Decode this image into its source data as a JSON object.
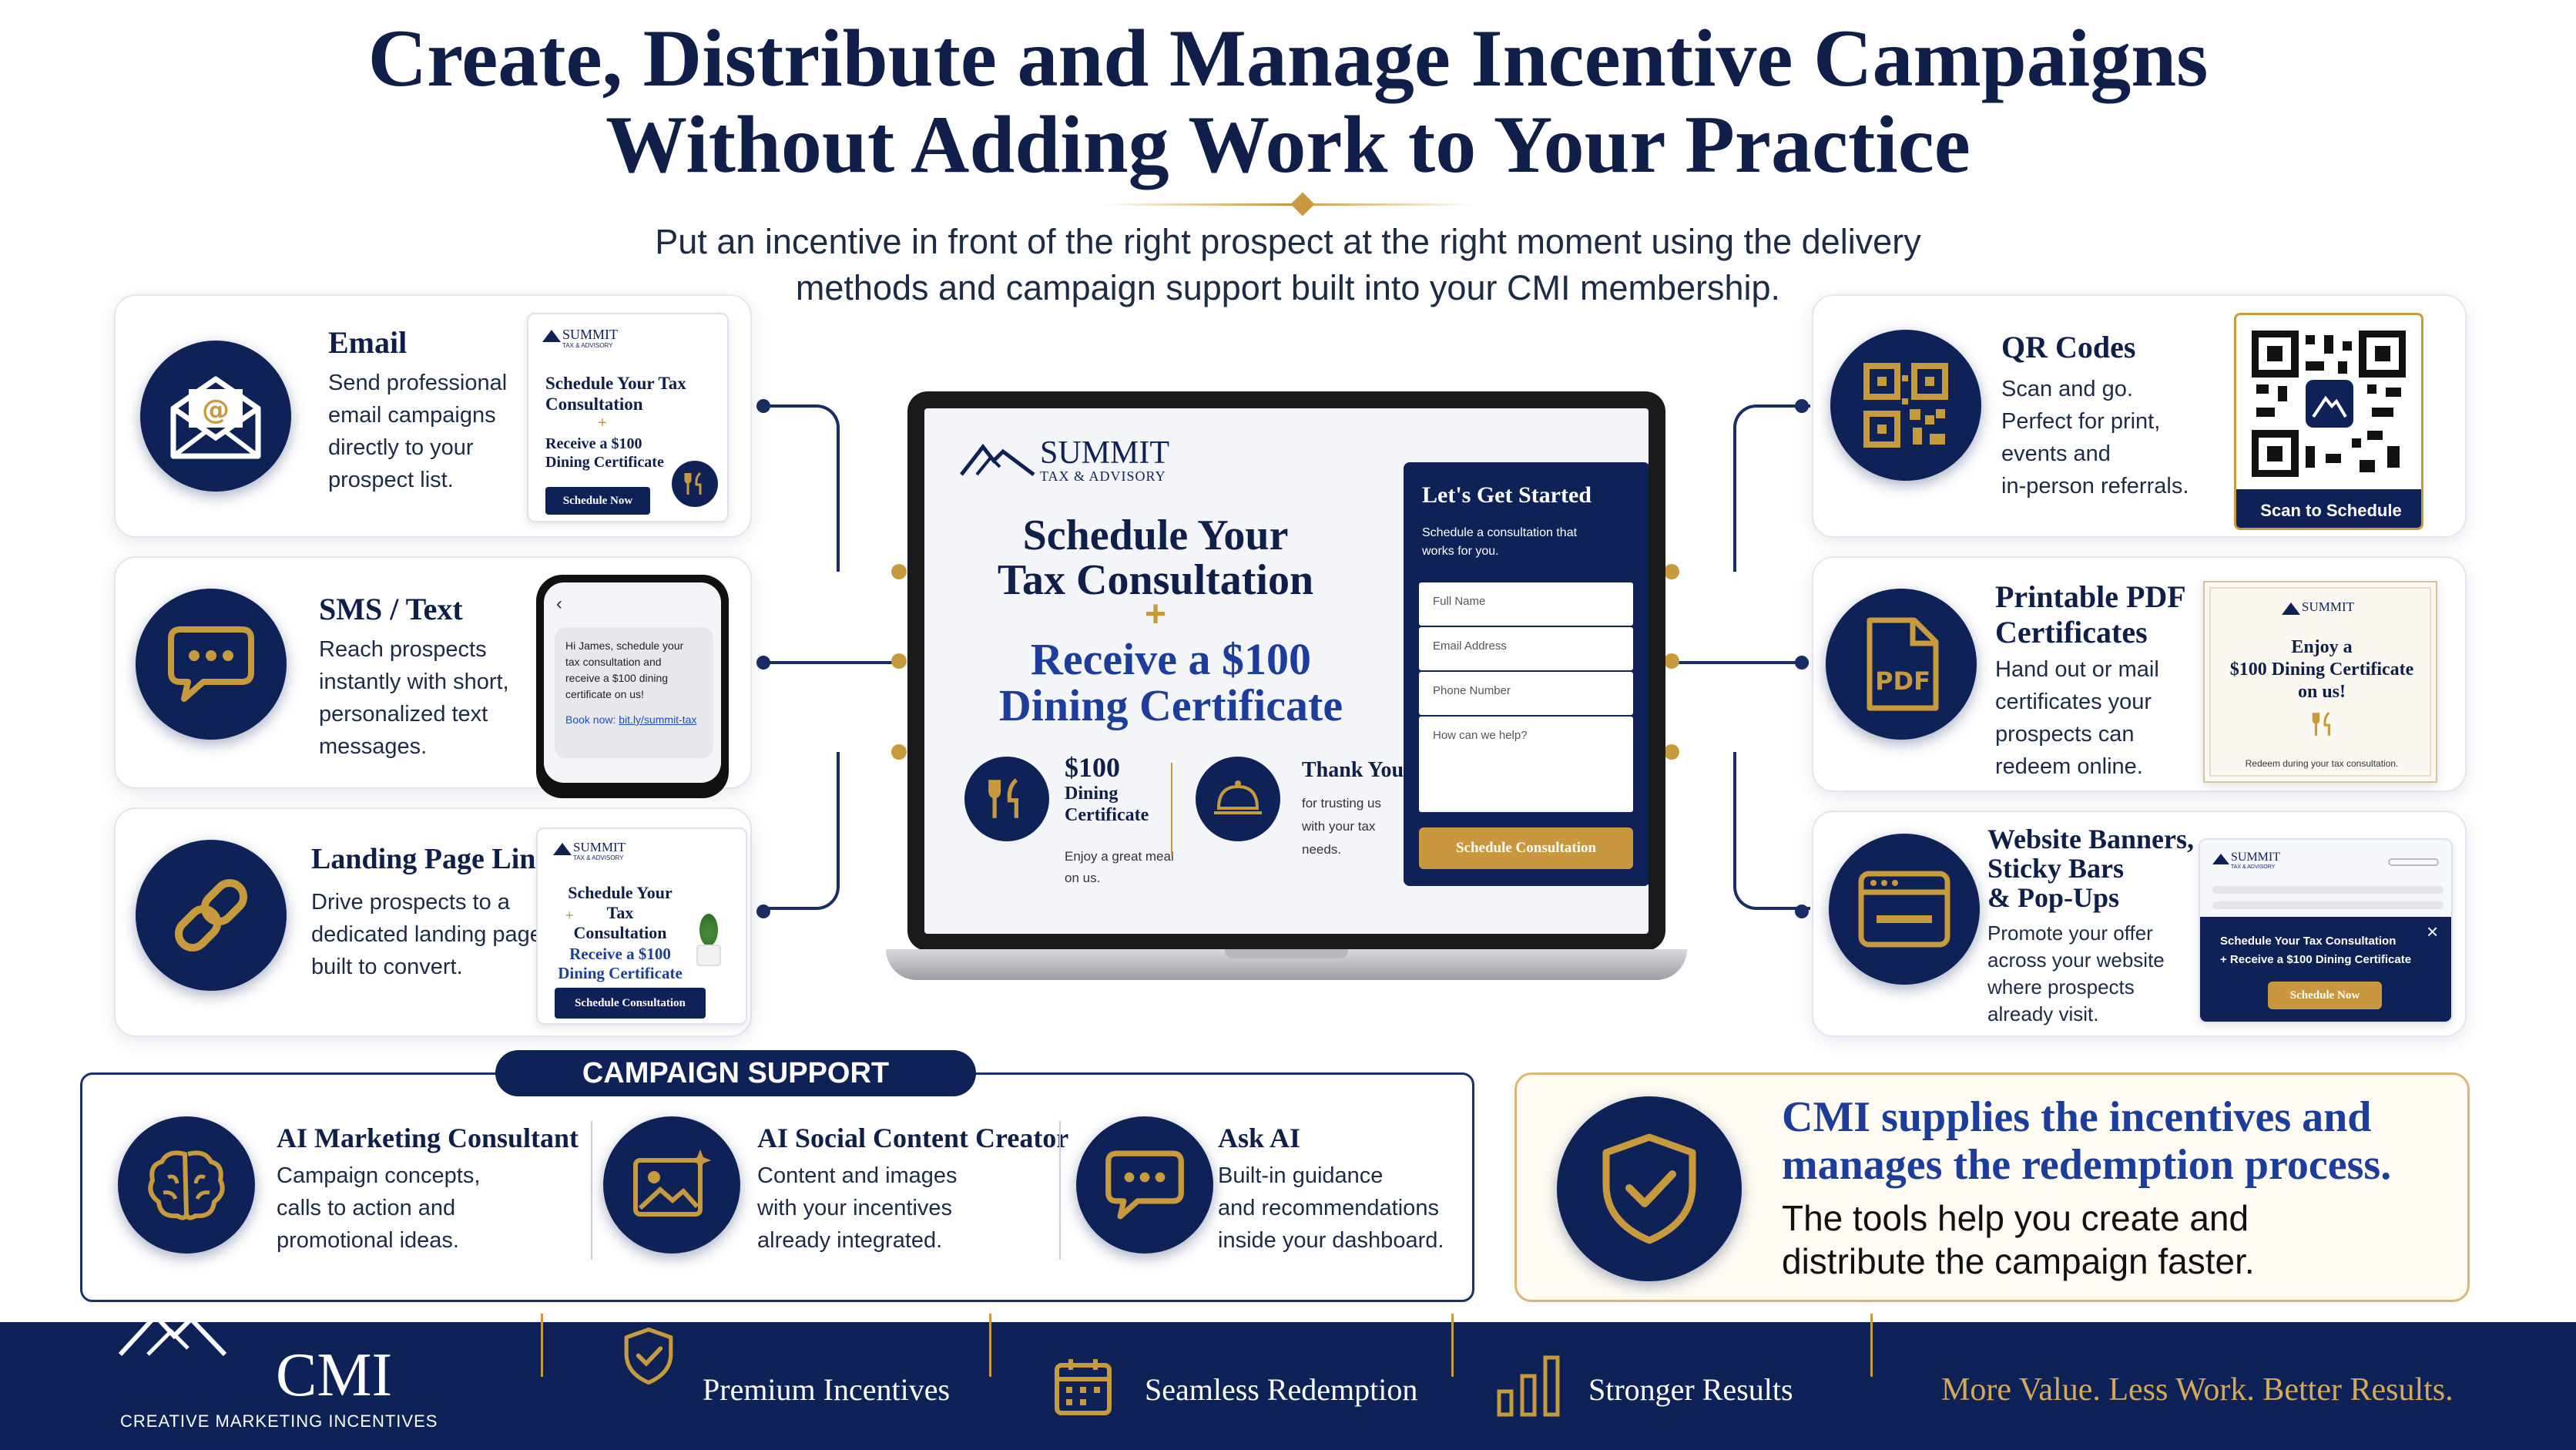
{
  "header": {
    "title_line1": "Create, Distribute and Manage Incentive Campaigns",
    "title_line2": "Without Adding Work to Your Practice",
    "subtitle_line1": "Put an incentive in front of the right prospect at the right moment using the delivery",
    "subtitle_line2": "methods and campaign support built into your CMI membership."
  },
  "left_methods": [
    {
      "title": "Email",
      "desc": [
        "Send professional",
        "email campaigns",
        "directly to your",
        "prospect list."
      ]
    },
    {
      "title": "SMS / Text",
      "desc": [
        "Reach prospects",
        "instantly with short,",
        "personalized text",
        "messages."
      ]
    },
    {
      "title": "Landing Page Links",
      "desc": [
        "Drive prospects to a",
        "dedicated landing page",
        "built to convert."
      ]
    }
  ],
  "right_methods": [
    {
      "title": "QR Codes",
      "desc": [
        "Scan and go.",
        "Perfect for print,",
        "events and",
        "in-person referrals."
      ]
    },
    {
      "title": [
        "Printable PDF",
        "Certificates"
      ],
      "desc": [
        "Hand out or mail",
        "certificates your",
        "prospects can",
        "redeem online."
      ]
    },
    {
      "title": [
        "Website Banners,",
        "Sticky Bars",
        "& Pop-Ups"
      ],
      "desc": [
        "Promote your offer",
        "across your website",
        "where prospects",
        "already visit."
      ]
    }
  ],
  "brand": {
    "name": "SUMMIT",
    "sub": "TAX & ADVISORY"
  },
  "email_preview": {
    "line1": "Schedule Your Tax",
    "line2": "Consultation",
    "plus": "+",
    "offer1": "Receive a $100",
    "offer2": "Dining Certificate",
    "button": "Schedule Now"
  },
  "sms_preview": {
    "back": "‹",
    "message": [
      "Hi James, schedule your",
      "tax consultation and",
      "receive a $100 dining",
      "certificate on us!"
    ],
    "link_label": "Book now:",
    "link_url": "bit.ly/summit-tax"
  },
  "landing_preview": {
    "line1": "Schedule Your Tax",
    "line2": "Consultation",
    "plus": "+",
    "offer1": "Receive a $100",
    "offer2": "Dining Certificate",
    "button": "Schedule Consultation"
  },
  "qr_preview": {
    "button": "Scan to Schedule"
  },
  "pdf_preview": {
    "line1": "Enjoy a",
    "line2": "$100 Dining Certificate",
    "line3": "on us!",
    "footer": "Redeem during your tax consultation."
  },
  "banner_preview": {
    "line1": "Schedule Your Tax Consultation",
    "line2": "+ Receive a $100 Dining Certificate",
    "close": "×",
    "button": "Schedule Now"
  },
  "laptop": {
    "heading1": "Schedule Your",
    "heading2": "Tax Consultation",
    "plus": "+",
    "offer1": "Receive a $100",
    "offer2": "Dining Certificate",
    "feature1": {
      "title1": "$100",
      "title2": "Dining",
      "title3": "Certificate",
      "desc1": "Enjoy a great meal",
      "desc2": "on us."
    },
    "feature2": {
      "title": "Thank You",
      "desc1": "for trusting us",
      "desc2": "with your tax",
      "desc3": "needs."
    },
    "form": {
      "title": "Let's Get Started",
      "sub1": "Schedule a consultation that",
      "sub2": "works for you.",
      "fields": [
        "Full Name",
        "Email Address",
        "Phone Number",
        "How can we help?"
      ],
      "button": "Schedule Consultation"
    }
  },
  "campaign_support": {
    "label": "CAMPAIGN SUPPORT",
    "items": [
      {
        "title": "AI Marketing Consultant",
        "desc": [
          "Campaign concepts,",
          "calls to action and",
          "promotional ideas."
        ]
      },
      {
        "title": "AI Social Content Creator",
        "desc": [
          "Content and images",
          "with your incentives",
          "already integrated."
        ]
      },
      {
        "title": "Ask AI",
        "desc": [
          "Built-in guidance",
          "and recommendations",
          "inside your dashboard."
        ]
      }
    ]
  },
  "cmi_box": {
    "headline1": "CMI supplies the incentives and",
    "headline2": "manages the redemption process.",
    "body1": "The tools help you create and",
    "body2": "distribute the campaign faster."
  },
  "footer": {
    "logo": "CMI",
    "logo_sub": "CREATIVE MARKETING INCENTIVES",
    "items": [
      "Premium Incentives",
      "Seamless Redemption",
      "Stronger Results"
    ],
    "tagline": "More Value. Less Work. Better Results."
  },
  "colors": {
    "navy": "#0f2258",
    "gold": "#c79a3e",
    "text": "#1b2a4a"
  }
}
